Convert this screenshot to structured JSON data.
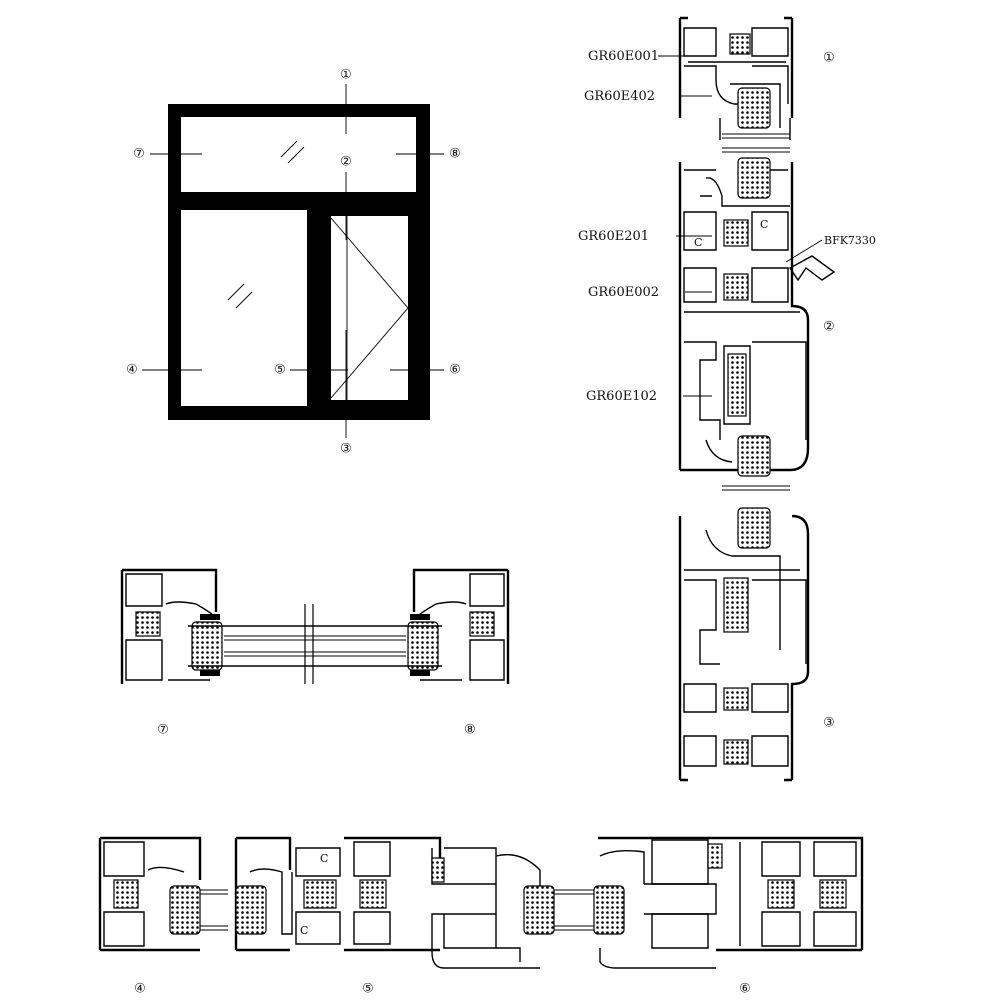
{
  "callouts": {
    "n1": "①",
    "n2": "②",
    "n3": "③",
    "n4": "④",
    "n5": "⑤",
    "n6": "⑥",
    "n7": "⑦",
    "n8": "⑧"
  },
  "section_captions": {
    "s1": "①",
    "s2": "②",
    "s3": "③",
    "s4": "④",
    "s5": "⑤",
    "s6": "⑥",
    "s7": "⑦",
    "s8": "⑧"
  },
  "profile_labels": {
    "p1": "GR60E001",
    "p2": "GR60E402",
    "p3": "GR60E201",
    "p4": "BFK7330",
    "p5": "GR60E002",
    "p6": "GR60E102"
  }
}
